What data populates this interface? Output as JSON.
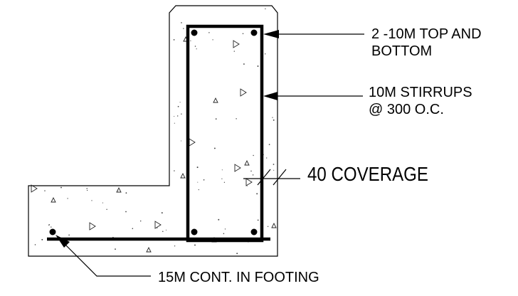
{
  "notes": {
    "top_bottom": {
      "line1": "2 -10M TOP AND",
      "line2": "BOTTOM"
    },
    "stirrups": {
      "line1": "10M STIRRUPS",
      "line2": "@ 300 O.C."
    },
    "coverage": "40 COVERAGE",
    "footing": "15M CONT. IN FOOTING"
  }
}
